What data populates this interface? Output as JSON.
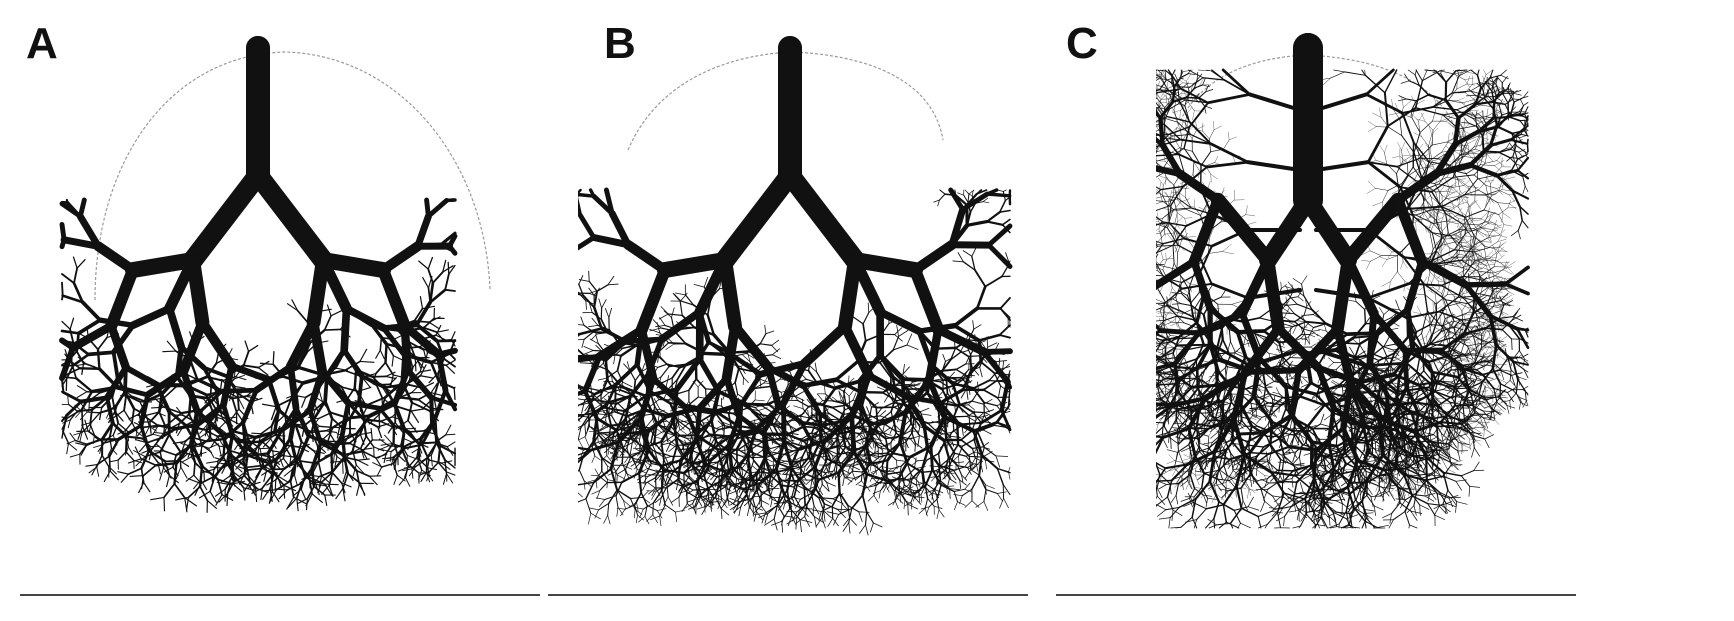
{
  "panels": [
    {
      "id": "A",
      "label": "A"
    },
    {
      "id": "B",
      "label": "B"
    },
    {
      "id": "C",
      "label": "C"
    }
  ],
  "colors": {
    "ink": "#111111",
    "outline": "#9a9a9a",
    "background": "#ffffff"
  },
  "icons": [
    "tree-drawing"
  ]
}
